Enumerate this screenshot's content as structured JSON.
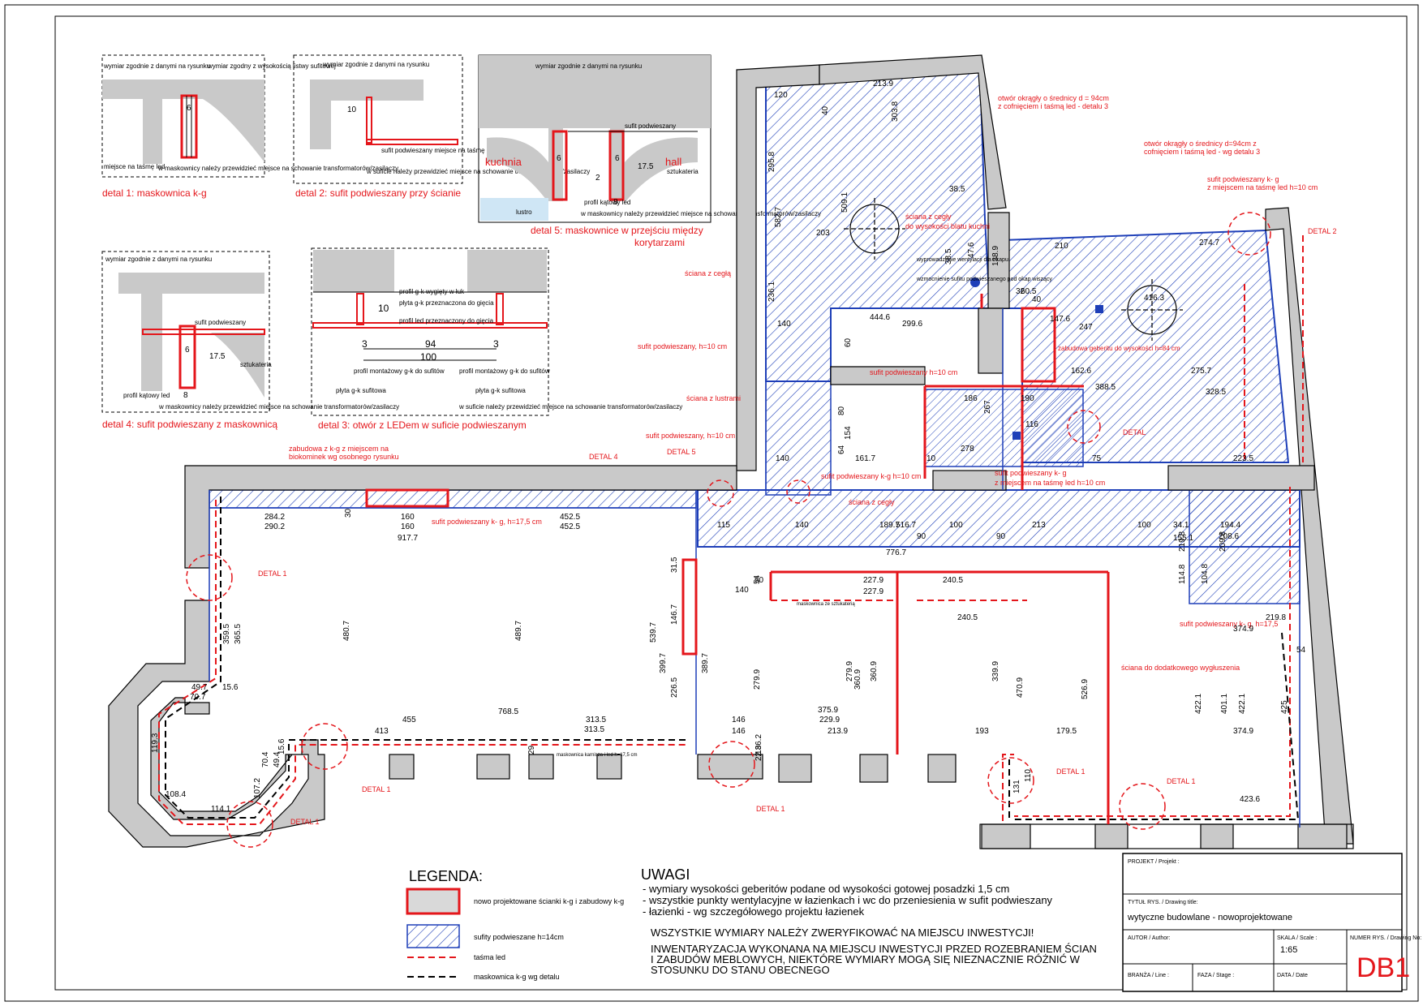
{
  "details": {
    "d1": {
      "title": "detal 1: maskownica k-g",
      "notes": [
        "wymiar zgodnie z danymi na rysunku",
        "wymiar zgodny z wysokością listwy sufitowej",
        "miejsce na taśmę led",
        "w maskownicy należy przewidzieć miejsce na schowanie transformatorów/zasilaczy"
      ],
      "dims": [
        "6"
      ]
    },
    "d2": {
      "title": "detal 2: sufit podwieszany przy ścianie",
      "notes": [
        "wymiar zgodnie z danymi na rysunku",
        "sufit podwieszany miejsce na taśmę led",
        "w suficie należy przewidzieć miejsce na schowanie transformatorów/zasilaczy"
      ],
      "dims": [
        "10"
      ]
    },
    "d3": {
      "title": "detal 3: otwór z LEDem w suficie podwieszanym",
      "notes": [
        "profil g-k wygięty w łuk",
        "płyta g-k przeznaczona do gięcia",
        "profil led przeznaczony do gięcia",
        "profil montażowy g-k do sufitów",
        "profil montażowy g-k do sufitów",
        "płyta g-k sufitowa",
        "płyta g-k sufitowa",
        "w suficie należy przewidzieć miejsce na schowanie transformatorów/zasilaczy"
      ],
      "dims": [
        "10",
        "3",
        "94",
        "3",
        "100"
      ]
    },
    "d4": {
      "title": "detal 4: sufit podwieszany z maskownicą",
      "notes": [
        "wymiar zgodnie z danymi na rysunku",
        "sufit podwieszany",
        "sztukateria",
        "profil kątowy led",
        "w maskownicy należy przewidzieć miejsce na schowanie transformatorów/zasilaczy"
      ],
      "dims": [
        "6",
        "17.5",
        "8"
      ]
    },
    "d5": {
      "title_line1": "detal 5: maskownice w przejściu między",
      "title_line2": "korytarzami",
      "notes": [
        "wymiar zgodnie z danymi na rysunku",
        "sufit podwieszany",
        "sztukateria",
        "profil kątowy led",
        "lustro",
        "w maskownicy należy przewidzieć miejsce na schowanie transformatorów/zasilaczy"
      ],
      "rooms": [
        "kuchnia",
        "hall"
      ],
      "dims": [
        "6",
        "6",
        "17.5",
        "2",
        "8"
      ]
    }
  },
  "plan_labels": [
    "otwór okrągły o średnicy d = 94cm",
    "z cofnięciem i taśmą led - detalu 3",
    "otwór okrągły o średnicy d=94cm z",
    "cofnięciem i taśmą led - wg detalu 3",
    "sufit podwieszany k- g",
    "z miejscem na taśmę led h=10 cm",
    "DETAL 2",
    "ściana z cegły",
    "do wysokości blatu kuchni",
    "wyprowadzenie wentylacji dla okapu",
    "wzmocnienie sufitu podwieszanego pod okap wiszący",
    "ściana z cegłą",
    "sufit podwieszany, h=10 cm",
    "ściana z lustrami",
    "sufit podwieszany, h=10 cm",
    "DETAL 4",
    "DETAL 5",
    "zabudowa z k-g z miejscem na",
    "biokominek wg osobnego rysunku",
    "sufit podwieszany k-g h=10 cm",
    "sufit podwieszany k- g",
    "z miejscem na taśmę led h=10 cm",
    "sufit podwieszany  h=10 cm",
    "sufit podwieszany k- g, h=17,5 cm",
    "DETAL 1",
    "ściana z cegły",
    "sufit podwieszany k- g, h=17,5",
    "ściana do dodatkowego wygłuszenia",
    "zabudowa geberitu do wysokości h=84 cm",
    "DETAL",
    "DETAL 1",
    "DETAL 1",
    "DETAL 1",
    "DETAL 1",
    "DETAL 1",
    "maskownica karnisza i led h=17,5 cm",
    "maskownica ze sztukaterią"
  ],
  "dimensions": [
    "120",
    "213.9",
    "40",
    "303.8",
    "295.8",
    "582.7",
    "509.1",
    "38.5",
    "203",
    "236.1",
    "444.6",
    "140",
    "299.6",
    "60",
    "38.5",
    "210",
    "274.7",
    "47.6",
    "138.9",
    "60.5",
    "40",
    "32",
    "147.6",
    "247",
    "162.6",
    "416.3",
    "275.7",
    "328.5",
    "388.5",
    "223.5",
    "186",
    "190",
    "116",
    "278",
    "267",
    "80",
    "154",
    "64",
    "140",
    "161.7",
    "10",
    "75",
    "30",
    "284.2",
    "290.2",
    "917.7",
    "160",
    "160",
    "452.5",
    "452.5",
    "115",
    "140",
    "189.7",
    "516.7",
    "776.7",
    "100",
    "213",
    "90",
    "90",
    "100",
    "34.1",
    "194.4",
    "155.1",
    "208.6",
    "480.7",
    "489.7",
    "539.7",
    "399.7",
    "146.7",
    "31.5",
    "389.7",
    "279.9",
    "360.9",
    "279.9",
    "360.9",
    "339.9",
    "470.9",
    "526.9",
    "422.1",
    "401.1",
    "422.1",
    "219.8",
    "114.8",
    "104.8",
    "209.8",
    "227.9",
    "227.9",
    "240.5",
    "240.5",
    "140",
    "60",
    "54",
    "219.8",
    "374.9",
    "54",
    "768.5",
    "313.5",
    "455",
    "413",
    "313.5",
    "375.9",
    "229.9",
    "213.9",
    "146",
    "146",
    "193",
    "179.5",
    "374.9",
    "423.6",
    "359.5",
    "365.5",
    "49.7",
    "15.6",
    "70.7",
    "119.3",
    "108.4",
    "114.1",
    "107.2",
    "70.4",
    "49.4",
    "15.6",
    "136.2",
    "131",
    "110",
    "226.5",
    "22.8",
    "29",
    "425"
  ],
  "legend": {
    "title": "LEGENDA:",
    "items": [
      {
        "label": "nowo projektowane ścianki k-g i zabudowy k-g"
      },
      {
        "label": "sufity podwieszane h=14cm"
      },
      {
        "label": "taśma led"
      },
      {
        "label": "maskownica k-g wg detalu"
      }
    ]
  },
  "uwagi": {
    "title": "UWAGI",
    "lines": [
      "- wymiary wysokości geberitów podane od wysokości gotowej posadzki 1,5 cm",
      "- wszystkie punkty wentylacyjne w łazienkach i wc do przeniesienia w sufit podwieszany",
      "- łazienki - wg szczegółowego projektu łazienek"
    ],
    "caps1": "WSZYSTKIE WYMIARY NALEŻY ZWERYFIKOWAĆ NA MIEJSCU INWESTYCJI!",
    "caps2": [
      "INWENTARYZACJA WYKONANA NA MIEJSCU INWESTYCJI PRZED ROZEBRANIEM ŚCIAN",
      "I ZABUDÓW MEBLOWYCH, NIEKTÓRE WYMIARY MOGĄ SIĘ NIEZNACZNIE RÓŻNIĆ W",
      "STOSUNKU DO STANU OBECNEGO"
    ]
  },
  "title_block": {
    "projekt_label": "PROJEKT / Projekt :",
    "tytul_label": "TYTUŁ RYS. / Drawing title:",
    "tytul_value": "wytyczne budowlane - nowoprojektowane",
    "autor_label": "AUTOR / Author:",
    "skala_label": "SKALA / Scale :",
    "skala_value": "1:65",
    "numer_label": "NUMER RYS. / Drawing No:",
    "numer_value": "DB1",
    "branza_label": "BRANŻA / Line :",
    "faza_label": "FAZA / Stage :",
    "data_label": "DATA / Date"
  },
  "colors": {
    "red": "#e4161b",
    "blue": "#1e3fb8",
    "wall": "#c9c9c9",
    "wall_dark": "#9a9a9a"
  }
}
